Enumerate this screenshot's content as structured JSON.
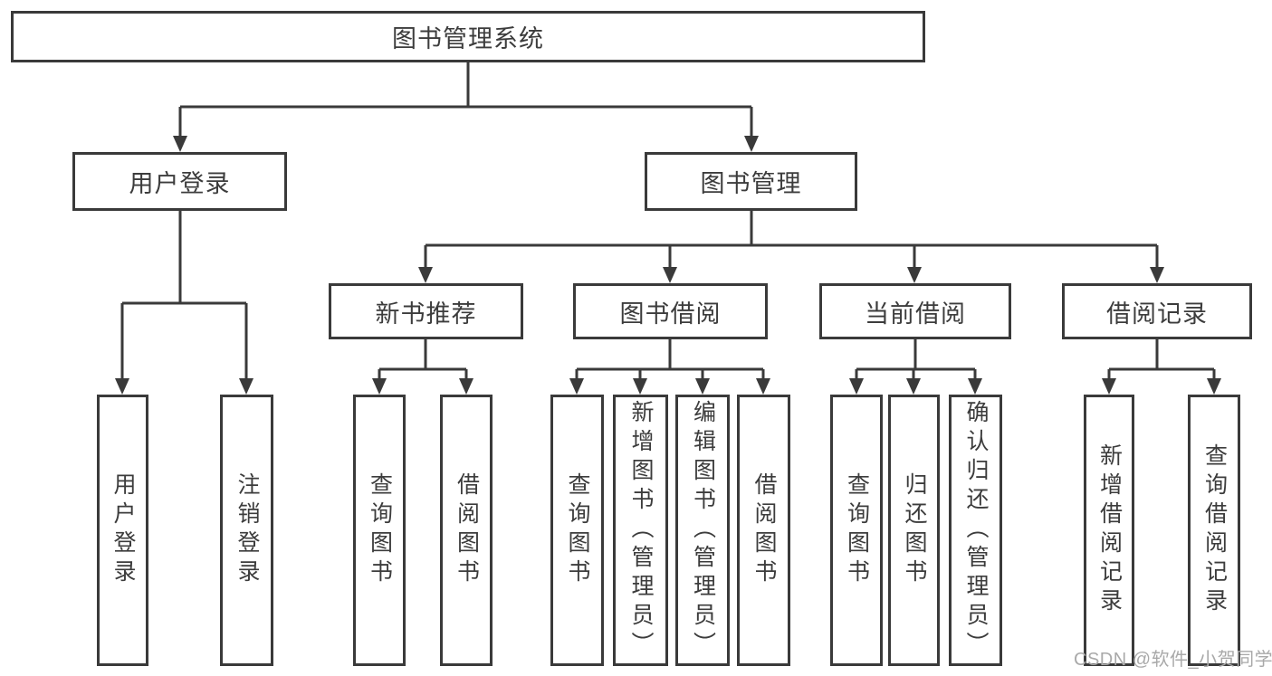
{
  "watermark": "CSDN @软件_小贺同学",
  "nodes": {
    "root": "图书管理系统",
    "user_login": "用户登录",
    "book_mgmt": "图书管理",
    "ul_login": "用户登录",
    "ul_logout": "注销登录",
    "new_book_rec": "新书推荐",
    "book_borrow": "图书借阅",
    "current_borrow": "当前借阅",
    "borrow_records": "借阅记录",
    "nbr_query_book": "查询图书",
    "nbr_borrow_book": "借阅图书",
    "bb_query_book": "查询图书",
    "bb_add_book": "新增图书（管理员）",
    "bb_edit_book": "编辑图书（管理员）",
    "bb_borrow_book": "借阅图书",
    "cb_query_book": "查询图书",
    "cb_return_book": "归还图书",
    "cb_confirm_return": "确认归还（管理员）",
    "br_add_record": "新增借阅记录",
    "br_query_record": "查询借阅记录"
  }
}
